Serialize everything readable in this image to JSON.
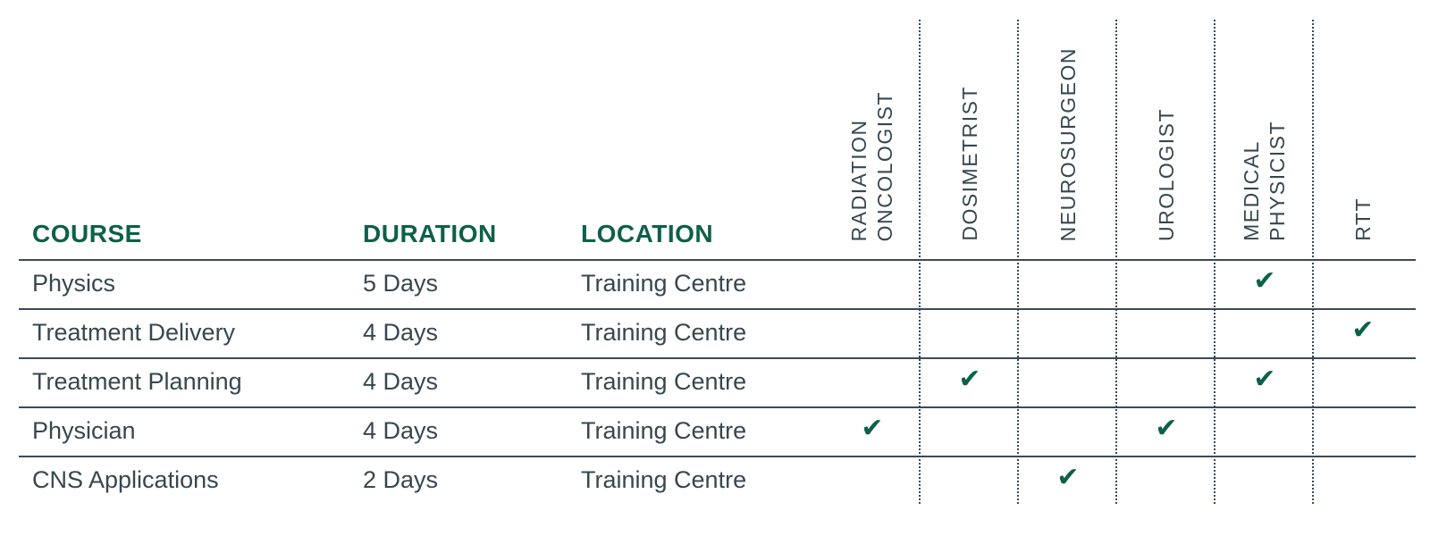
{
  "headers": {
    "course": "COURSE",
    "duration": "DURATION",
    "location": "LOCATION"
  },
  "roles": [
    "RADIATION\nONCOLOGIST",
    "DOSIMETRIST",
    "NEUROSURGEON",
    "UROLOGIST",
    "MEDICAL\nPHYSICIST",
    "RTT"
  ],
  "check_mark": "✔",
  "colors": {
    "accent": "#0d6049",
    "text": "#37474f",
    "rule": "#3b4a57"
  },
  "rows": [
    {
      "course": "Physics",
      "duration": "5 Days",
      "location": "Training Centre",
      "checks": [
        false,
        false,
        false,
        false,
        true,
        false
      ]
    },
    {
      "course": "Treatment Delivery",
      "duration": "4 Days",
      "location": "Training Centre",
      "checks": [
        false,
        false,
        false,
        false,
        false,
        true
      ]
    },
    {
      "course": "Treatment Planning",
      "duration": "4 Days",
      "location": "Training Centre",
      "checks": [
        false,
        true,
        false,
        false,
        true,
        false
      ]
    },
    {
      "course": "Physician",
      "duration": "4 Days",
      "location": "Training Centre",
      "checks": [
        true,
        false,
        false,
        true,
        false,
        false
      ]
    },
    {
      "course": "CNS Applications",
      "duration": "2 Days",
      "location": "Training Centre",
      "checks": [
        false,
        false,
        true,
        false,
        false,
        false
      ]
    }
  ]
}
